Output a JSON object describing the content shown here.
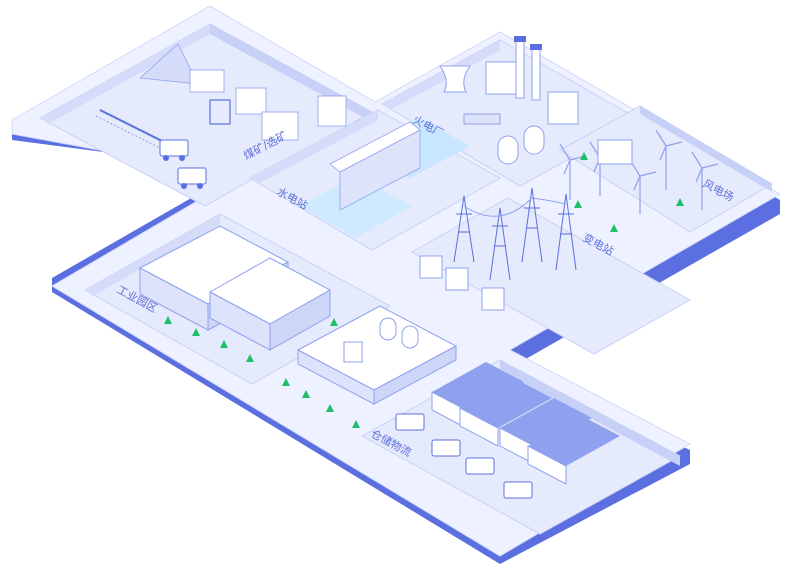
{
  "zones": {
    "coal_mine": "煤矿/选矿",
    "thermal_power": "火电厂",
    "hydro_power": "水电站",
    "wind_farm": "风电场",
    "substation": "变电站",
    "industrial_park": "工业园区",
    "warehouse_logistics": "仓储物流"
  },
  "colors": {
    "base": "#5b6fe0",
    "floor": "#eef1ff",
    "wall": "#dde3fb",
    "accent": "#8fa1ee",
    "water": "#c9e6ff",
    "tree": "#1fbf6a"
  },
  "icons": [
    "tree-icon",
    "truck-icon",
    "wind-turbine-icon",
    "pylon-icon",
    "chimney-icon",
    "silo-icon",
    "factory-icon",
    "warehouse-icon"
  ]
}
